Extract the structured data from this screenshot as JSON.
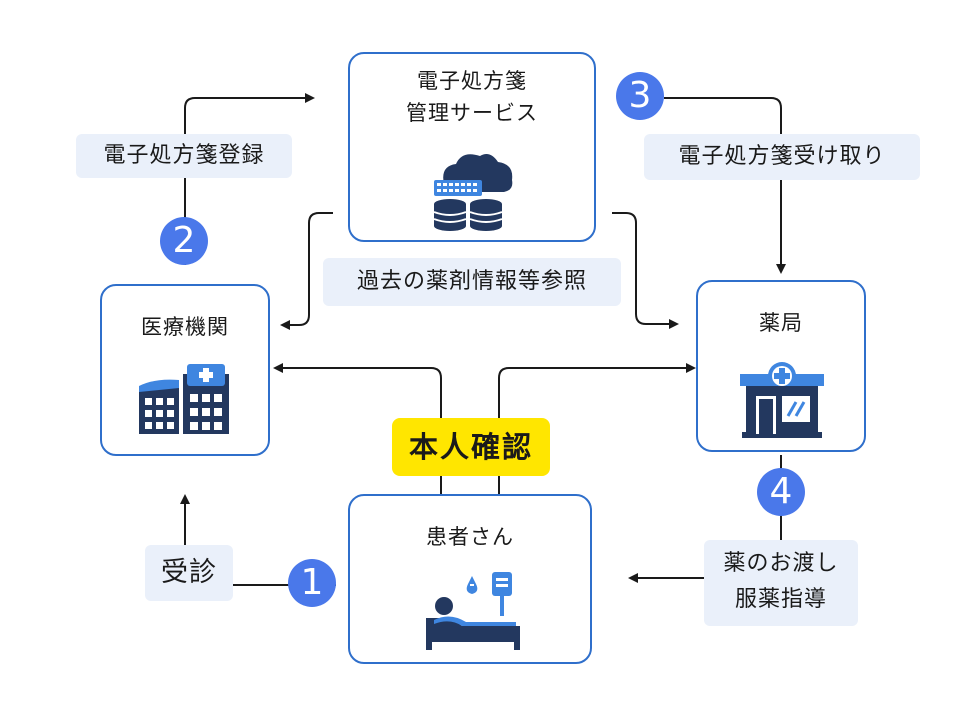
{
  "nodes": {
    "service": {
      "title_line1": "電子処方箋",
      "title_line2": "管理サービス"
    },
    "hospital": {
      "title": "医療機関"
    },
    "pharmacy": {
      "title": "薬局"
    },
    "patient": {
      "title": "患者さん"
    }
  },
  "labels": {
    "register": "電子処方箋登録",
    "receive": "電子処方箋受け取り",
    "history": "過去の薬剤情報等参照",
    "consult": "受診",
    "deliver_line1": "薬のお渡し",
    "deliver_line2": "服薬指導",
    "verify": "本人確認"
  },
  "badges": {
    "b1": "1",
    "b2": "2",
    "b3": "3",
    "b4": "4"
  },
  "icons": {
    "service": "cloud-database-icon",
    "hospital": "hospital-building-icon",
    "pharmacy": "pharmacy-store-icon",
    "patient": "patient-bed-icon"
  },
  "colors": {
    "box_border": "#2f6fcb",
    "badge": "#4a78ea",
    "label_bg": "#eaf0fa",
    "highlight": "#ffe600",
    "icon_dark": "#23385f",
    "icon_blue": "#3f86e0"
  }
}
